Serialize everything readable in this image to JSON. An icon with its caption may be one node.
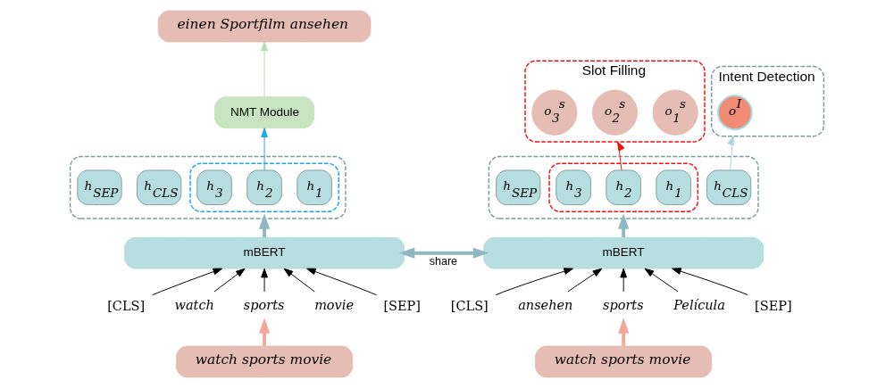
{
  "diagram": {
    "nodes": [
      {
        "text": [
          "einen Sportfilm ansehen"
        ]
      },
      {
        "text": [
          "NMT Module"
        ]
      },
      {
        "text": [],
        "shape": "box"
      },
      {
        "text": [
          "h$_{CLS}$"
        ],
        "in": 2
      },
      {
        "text": [],
        "shape": "box",
        "in": 2
      },
      {
        "text": [
          "h$_{1}$"
        ],
        "in": 4
      },
      {
        "text": [
          "h$_{2}$"
        ],
        "in": 4
      },
      {
        "text": [
          "h$_{3}$"
        ],
        "in": 4
      },
      {
        "text": [
          "h$_{SEP}$"
        ],
        "in": 2
      },
      {
        "text": [
          "mBERT"
        ]
      },
      {
        "text": [
          "[CLS]"
        ]
      },
      {
        "text": [
          "watch"
        ]
      },
      {
        "text": [
          "sports"
        ]
      },
      {
        "text": [
          "movie"
        ]
      },
      {
        "text": [
          "[SEP]"
        ]
      },
      {
        "text": [
          "watch sports movie"
        ]
      },
      {
        "text": [
          "Intent Detection"
        ]
      },
      {
        "text": [
          "o$^{I}$"
        ],
        "in": 16
      },
      {
        "text": [
          "Slot Filling"
        ]
      },
      {
        "text": [
          "o$_{1}$$^{s}$"
        ],
        "in": 18
      },
      {
        "text": [
          "o$_{2}$$^{s}$"
        ],
        "in": 18
      },
      {
        "text": [
          "o$_{3}$$^{s}$"
        ],
        "in": 18
      },
      {
        "text": [],
        "shape": "box"
      },
      {
        "text": [
          "h$_{CLS}$"
        ],
        "in": 22
      },
      {
        "text": [],
        "shape": "box",
        "in": 22
      },
      {
        "text": [
          "h$_{1}$"
        ],
        "in": 24
      },
      {
        "text": [
          "h$_{2}$"
        ],
        "in": 24
      },
      {
        "text": [
          "h$_{3}$"
        ],
        "in": 24
      },
      {
        "text": [
          "h$_{SEP}$"
        ],
        "in": 22
      },
      {
        "text": [
          "mBERT"
        ]
      },
      {
        "text": [
          "[CLS]"
        ]
      },
      {
        "text": [
          "ansehen"
        ]
      },
      {
        "text": [
          "sports"
        ]
      },
      {
        "text": [
          "Película"
        ]
      },
      {
        "text": [
          "[SEP]"
        ]
      },
      {
        "text": [
          "watch sports movie"
        ]
      }
    ],
    "edges": [
      {
        "from": 1,
        "to": 0,
        "arrow": "to",
        "color": "#b5dcb0"
      },
      {
        "from": 6,
        "to": 1,
        "arrow": "to",
        "color": "#1aa6e8"
      },
      {
        "from": 9,
        "to": 2,
        "arrow": "to",
        "style": "thick",
        "color": "#8fb8c0"
      },
      {
        "from": 10,
        "to": 9,
        "arrow": "to"
      },
      {
        "from": 11,
        "to": 9,
        "arrow": "to"
      },
      {
        "from": 12,
        "to": 9,
        "arrow": "to"
      },
      {
        "from": 13,
        "to": 9,
        "arrow": "to"
      },
      {
        "from": 14,
        "to": 9,
        "arrow": "to"
      },
      {
        "from": 15,
        "to": 12,
        "arrow": "to",
        "style": "thick",
        "color": "#f2a898"
      },
      {
        "from": 9,
        "to": 29,
        "arrow": "both",
        "label": "share",
        "style": "thick",
        "color": "#8fb8c0"
      },
      {
        "from": 23,
        "to": 16,
        "arrow": "to",
        "color": "#a8d8dc"
      },
      {
        "from": 26,
        "to": 18,
        "arrow": "to",
        "color": "#ee1111"
      },
      {
        "from": 29,
        "to": 22,
        "arrow": "to",
        "style": "thick",
        "color": "#8fb8c0"
      },
      {
        "from": 30,
        "to": 29,
        "arrow": "to"
      },
      {
        "from": 31,
        "to": 29,
        "arrow": "to"
      },
      {
        "from": 32,
        "to": 29,
        "arrow": "to"
      },
      {
        "from": 33,
        "to": 29,
        "arrow": "to"
      },
      {
        "from": 34,
        "to": 29,
        "arrow": "to"
      },
      {
        "from": 35,
        "to": 32,
        "arrow": "to",
        "style": "thick",
        "color": "#f2a898"
      }
    ]
  }
}
